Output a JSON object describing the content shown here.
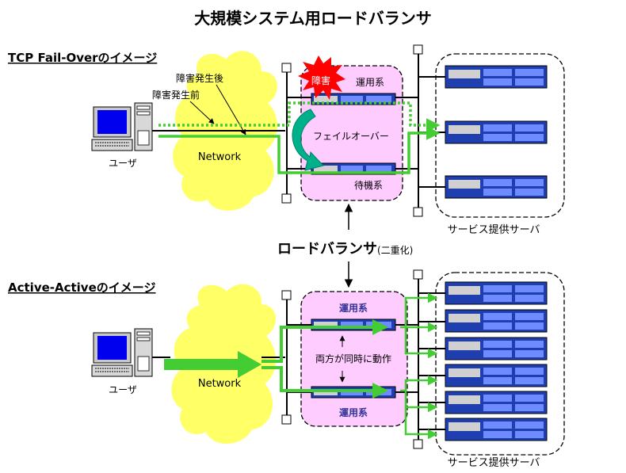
{
  "title": "大規模システム用ロードバランサ",
  "top": {
    "heading": "TCP Fail-Overのイメージ",
    "label_after": "障害発生後",
    "label_before": "障害発生前",
    "network": "Network",
    "user": "ユーザ",
    "fault_badge": "障害",
    "active": "運用系",
    "failover": "フェイルオーバー",
    "standby": "待機系",
    "servers_caption": "サービス提供サーバ"
  },
  "center": {
    "lb": "ロードバランサ",
    "lb_note": "(二重化)"
  },
  "bottom": {
    "heading": "Active-Activeのイメージ",
    "network": "Network",
    "user": "ユーザ",
    "active1": "運用系",
    "both": "両方が同時に動作",
    "active2": "運用系",
    "servers_caption": "サービス提供サーバ"
  },
  "colors": {
    "green": "#44cc33",
    "pink": "#ffccff",
    "cloud": "#ffff66",
    "server_blue": "#1f3fb0",
    "monitor_blue": "#0000ee",
    "teal": "#00b08a",
    "fault_red": "#ff0000",
    "label_purple": "#333399"
  }
}
